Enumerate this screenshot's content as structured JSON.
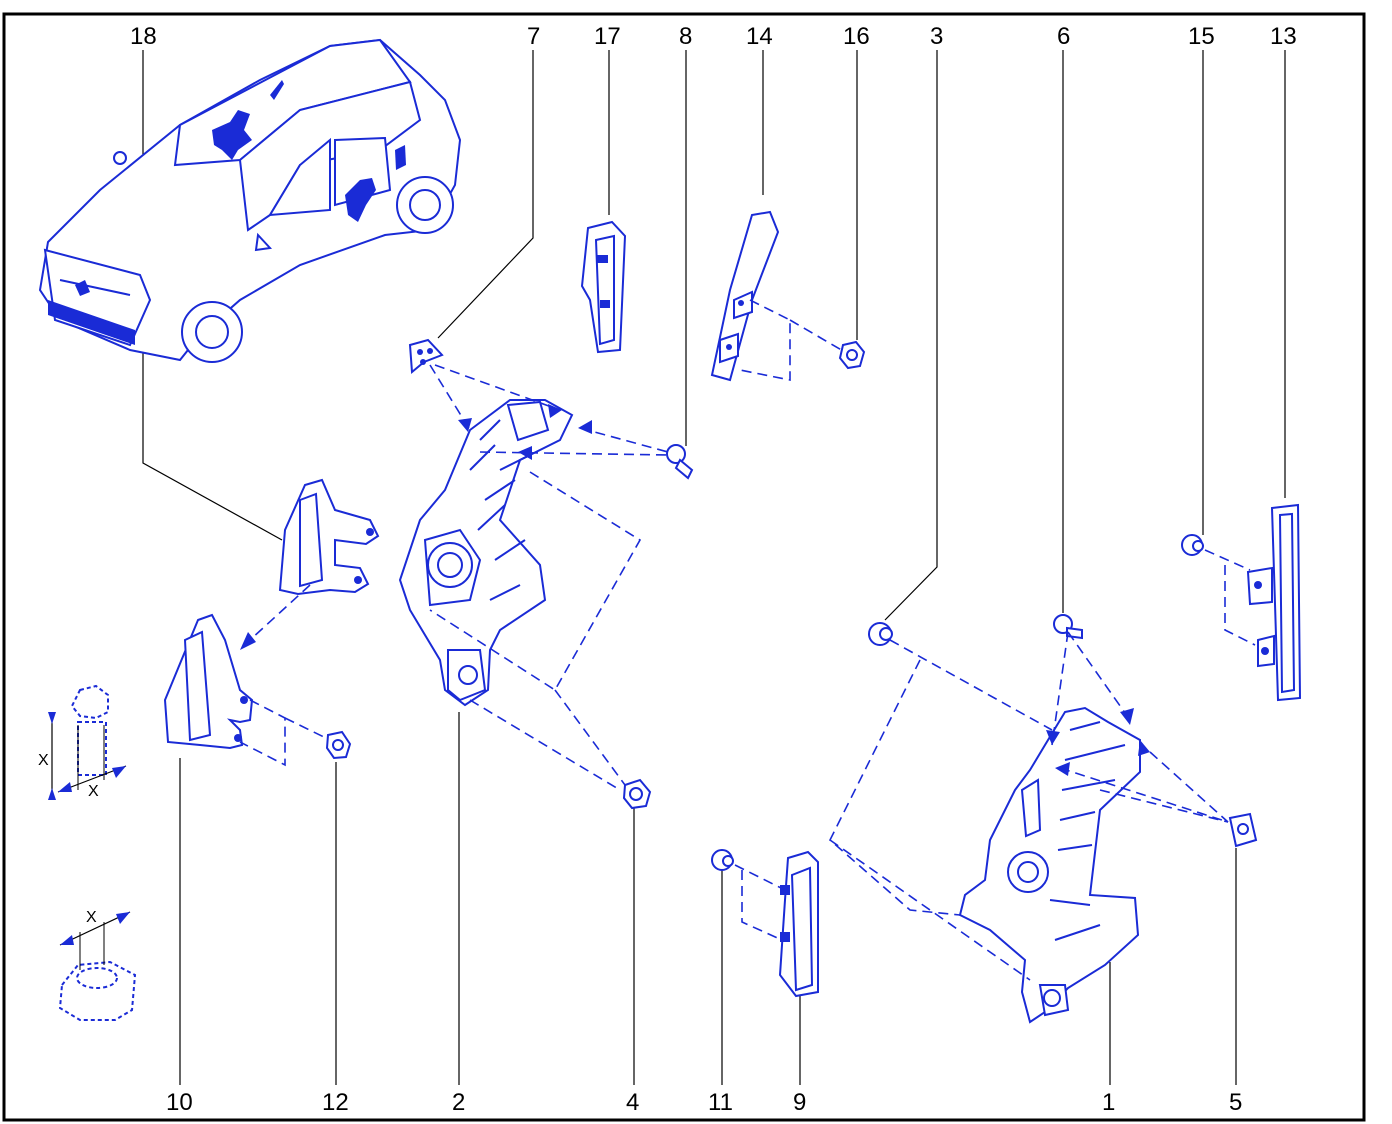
{
  "diagram": {
    "callouts": [
      {
        "id": "c18",
        "text": "18"
      },
      {
        "id": "c7",
        "text": "7"
      },
      {
        "id": "c17",
        "text": "17"
      },
      {
        "id": "c8",
        "text": "8"
      },
      {
        "id": "c14",
        "text": "14"
      },
      {
        "id": "c16",
        "text": "16"
      },
      {
        "id": "c3",
        "text": "3"
      },
      {
        "id": "c6",
        "text": "6"
      },
      {
        "id": "c15",
        "text": "15"
      },
      {
        "id": "c13",
        "text": "13"
      },
      {
        "id": "c10",
        "text": "10"
      },
      {
        "id": "c12",
        "text": "12"
      },
      {
        "id": "c2",
        "text": "2"
      },
      {
        "id": "c4",
        "text": "4"
      },
      {
        "id": "c11",
        "text": "11"
      },
      {
        "id": "c9",
        "text": "9"
      },
      {
        "id": "c1",
        "text": "1"
      },
      {
        "id": "c5",
        "text": "5"
      }
    ],
    "dimension_label": "X",
    "colors": {
      "line": "#1a2bd6",
      "frame": "#000000",
      "background": "#ffffff"
    }
  }
}
